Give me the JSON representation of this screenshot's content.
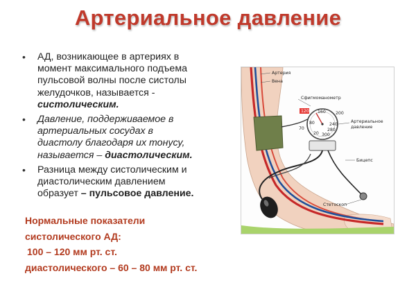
{
  "title": "Артериальное давление",
  "bullets": {
    "b1": {
      "line1": "АД, возникающее в артериях в",
      "line2": "момент максимального подъема",
      "line3": "пульсовой волны после систолы",
      "line4": "желудочков, называется  -",
      "term": "систолическим."
    },
    "b2": {
      "line1": "Давление, поддерживаемое в",
      "line2": "артериальных сосудах в",
      "line3": "диастолу благодаря их тонусу,",
      "line4_prefix": "называется – ",
      "term": "диастолическим."
    },
    "b3": {
      "line1": "Разница между систолическим и",
      "line2": "диастолическим давлением",
      "line3_prefix": "образует ",
      "term": "– пульсовое давление."
    }
  },
  "norms": {
    "heading1": "Нормальные показатели",
    "heading2": "систолического АД:",
    "systolic": "100 – 120 мм рт. ст.",
    "diastolic": "диастолического – 60 – 80 мм рт. ст."
  },
  "diagram": {
    "label_artery": "Артерия",
    "label_vein": "Вена",
    "label_sphyg": "Сфигмоманометр",
    "label_bp": "Артериальное",
    "label_bp2": "давление",
    "label_biceps": "Бицепс",
    "label_stethoscope": "Стетоскоп",
    "gauge_120": "120",
    "gauge_160": "160",
    "gauge_200": "200",
    "gauge_80": "80",
    "gauge_70": "70",
    "gauge_240": "240",
    "gauge_280": "280",
    "gauge_300": "300",
    "gauge_20": "20"
  },
  "colors": {
    "title": "#c0392b",
    "norms": "#b23a1e",
    "artery": "#c62828",
    "vein": "#1f4f9a",
    "cuff": "#6f7f4a"
  }
}
